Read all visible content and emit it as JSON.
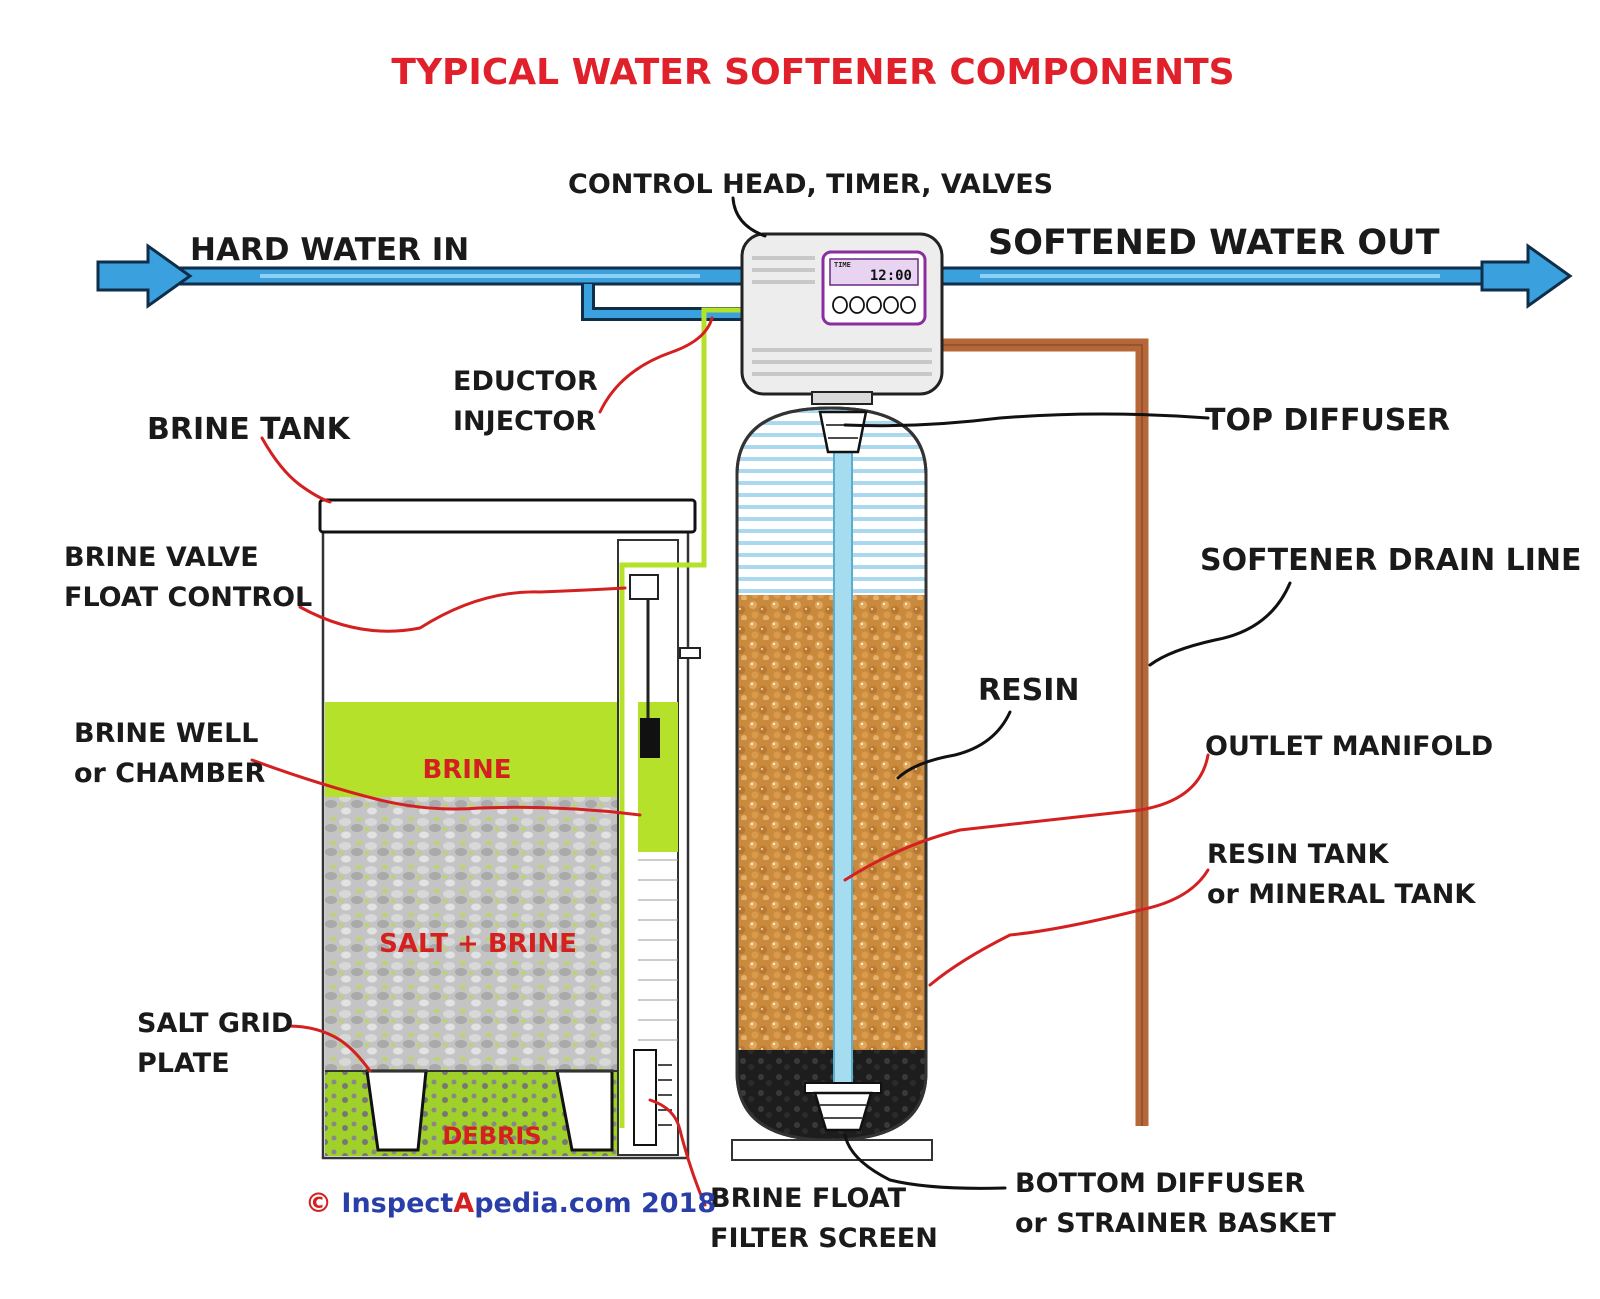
{
  "title": "TYPICAL WATER SOFTENER COMPONENTS",
  "labels": {
    "control_head": "CONTROL HEAD, TIMER, VALVES",
    "hard_water_in": "HARD WATER IN",
    "softened_water_out": "SOFTENED WATER OUT",
    "eductor_1": "EDUCTOR",
    "eductor_2": "INJECTOR",
    "brine_tank": "BRINE TANK",
    "top_diffuser": "TOP DIFFUSER",
    "brine_valve_1": "BRINE VALVE",
    "brine_valve_2": "FLOAT CONTROL",
    "drain_line": "SOFTENER DRAIN LINE",
    "resin": "RESIN",
    "brine_well_1": "BRINE WELL",
    "brine_well_2": "or CHAMBER",
    "outlet_manifold": "OUTLET MANIFOLD",
    "resin_tank_1": "RESIN TANK",
    "resin_tank_2": "or MINERAL TANK",
    "salt_grid_1": "SALT GRID",
    "salt_grid_2": "PLATE",
    "bottom_diffuser_1": "BOTTOM DIFFUSER",
    "bottom_diffuser_2": "or STRAINER BASKET",
    "float_screen_1": "BRINE FLOAT",
    "float_screen_2": "FILTER SCREEN"
  },
  "inner_labels": {
    "brine": "BRINE",
    "salt_brine": "SALT + BRINE",
    "debris": "DEBRIS"
  },
  "timer_display": "12:00",
  "timer_caption": "TIME",
  "copyright": {
    "symbol": "©",
    "part1": "Inspect",
    "part2": "A",
    "part3": "pedia.com 2018"
  },
  "colors": {
    "title": "#e0202a",
    "pipe": "#3aa0de",
    "resin": "#c98a3e",
    "brine": "#b6e12a",
    "drain": "#b5673a",
    "leader_red": "#d42020",
    "salt": "#bdbdbd"
  }
}
